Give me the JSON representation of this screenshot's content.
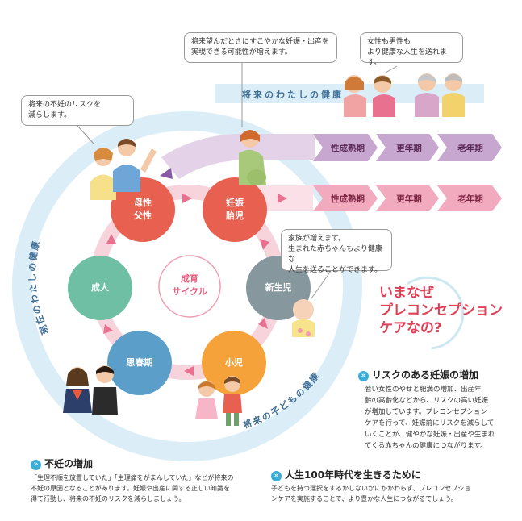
{
  "center": {
    "line1": "成育",
    "line2": "サイクル"
  },
  "nodes": {
    "parents": {
      "line1": "母性",
      "line2": "父性"
    },
    "pregnancy": {
      "line1": "妊娠",
      "line2": "胎児"
    },
    "newborn": "新生児",
    "child": "小児",
    "adolescent": "思春期",
    "adult": "成人"
  },
  "bands": {
    "future_self": "将来のわたしの健康",
    "current_self": "現在のわたしの健康",
    "future_child": "将来の子どもの健康"
  },
  "purple_row": [
    "性成熟期",
    "更年期",
    "老年期"
  ],
  "pink_row": [
    "性成熟期",
    "更年期",
    "老年期"
  ],
  "bubbles": {
    "infertility_risk": {
      "line1": "将来の不妊のリスクを",
      "line2": "減らします。"
    },
    "healthy_pregnancy": {
      "line1": "将来望んだときにすこやかな妊娠・出産を",
      "line2": "実現できる可能性が増えます。"
    },
    "healthier_life": {
      "line1": "女性も男性も",
      "line2": "より健康な人生を送れます。"
    },
    "family": {
      "line1": "家族が増えます。",
      "line2": "生まれた赤ちゃんもより健康な",
      "line3": "人生を送ることができます。"
    }
  },
  "question": {
    "line1": "いまなぜ",
    "line2": "プレコンセプション",
    "line3": "ケアなの?"
  },
  "sections": {
    "risky_pregnancy": {
      "title": "リスクのある妊娠の増加",
      "lines": [
        "若い女性のやせと肥満の増加、出産年",
        "齢の高齢化などから、リスクの高い妊娠",
        "が増加しています。プレコンセプション",
        "ケアを行って、妊娠前にリスクを減らして",
        "いくことが、健やかな妊娠・出産や生まれ",
        "てくる赤ちゃんの健康につながります。"
      ]
    },
    "infertility": {
      "title": "不妊の増加",
      "lines": [
        "「生理不順を放置していた」「生理痛をがまんしていた」などが将来の",
        "不妊の原因となることがあります。妊娠や出産に関する正しい知識を",
        "得て行動し、将来の不妊のリスクを減らしましょう。"
      ]
    },
    "life100": {
      "title": "人生100年時代を生きるために",
      "lines": [
        "子どもを持つ選択をするかしないかにかかわらず、プレコンセプショ",
        "ンケアを実施することで、より豊かな人生につながるでしょう。"
      ]
    }
  },
  "colors": {
    "red_node": "#e8604f",
    "teal_node": "#6fbfa4",
    "gray_node": "#86979e",
    "orange_node": "#f5a23a",
    "blue_node": "#5b9ec9",
    "ring_pink": "#f7c6d2",
    "band_blue": "#dbeef7",
    "purple_arrow": "#c7a6cf",
    "pink_arrow": "#f2aabe",
    "accent_red": "#e03f55",
    "badge_blue": "#3aaed8"
  }
}
